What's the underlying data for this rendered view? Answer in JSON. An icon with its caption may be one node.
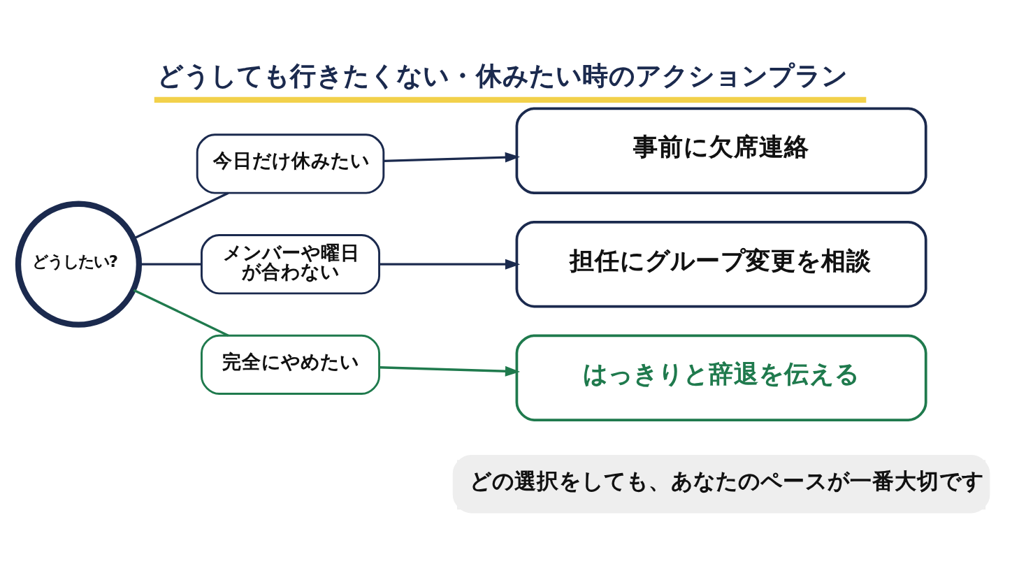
{
  "diagram": {
    "title": "どうしても行きたくない・休みたい時のアクションプラン",
    "nodes": [
      {
        "text": [
          "どうしたい?"
        ]
      },
      {
        "text": [
          "今日だけ休みたい"
        ]
      },
      {
        "text": [
          "メンバーや曜日が合わない"
        ]
      },
      {
        "text": [
          "完全にやめたい"
        ]
      },
      {
        "text": [
          "事前に欠席連絡"
        ]
      },
      {
        "text": [
          "担任にグループ変更を相談"
        ]
      },
      {
        "text": [
          "はっきりと辞退を伝える"
        ]
      }
    ],
    "edges": [
      {
        "from": 0,
        "to": 1,
        "arrow": "none"
      },
      {
        "from": 0,
        "to": 2,
        "arrow": "none"
      },
      {
        "from": 0,
        "to": 3,
        "arrow": "none",
        "color": "#1f7a4d"
      },
      {
        "from": 1,
        "to": 4,
        "arrow": "to"
      },
      {
        "from": 2,
        "to": 5,
        "arrow": "to"
      },
      {
        "from": 3,
        "to": 6,
        "arrow": "to",
        "color": "#1f7a4d"
      }
    ],
    "labels": [
      "どの選択をしても、あなたのペースが一番大切です"
    ]
  }
}
